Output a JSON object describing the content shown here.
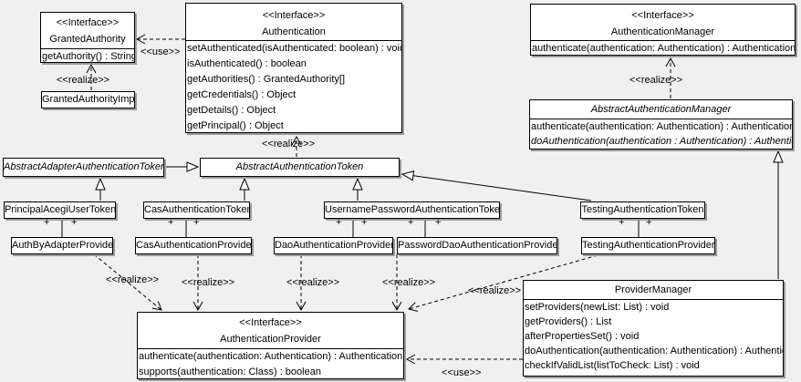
{
  "labels": {
    "use": "<<use>>",
    "realize": "<<realize>>",
    "plus": "+"
  },
  "classes": {
    "granted_authority": {
      "stereotype": "<<Interface>>",
      "name": "GrantedAuthority",
      "methods": [
        "getAuthority() : String"
      ]
    },
    "granted_authority_impl": {
      "name": "GrantedAuthorityImpl"
    },
    "authentication": {
      "stereotype": "<<Interface>>",
      "name": "Authentication",
      "methods": [
        "setAuthenticated(isAuthenticated: boolean) : void",
        "isAuthenticated() : boolean",
        "getAuthorities() : GrantedAuthority[]",
        "getCredentials() : Object",
        "getDetails() : Object",
        "getPrincipal() : Object"
      ]
    },
    "authentication_manager": {
      "stereotype": "<<Interface>>",
      "name": "AuthenticationManager",
      "methods": [
        "authenticate(authentication: Authentication) : Authentication"
      ]
    },
    "abstract_authentication_manager": {
      "name": "AbstractAuthenticationManager",
      "methods": [
        "authenticate(authentication: Authentication) : Authentication",
        "doAuthentication(authentication : Authentication) : Authentication"
      ]
    },
    "abstract_adapter_authentication_token": {
      "name": "AbstractAdapterAuthenticationToken"
    },
    "abstract_authentication_token": {
      "name": "AbstractAuthenticationToken"
    },
    "principal_acegi_user_token": {
      "name": "PrincipalAcegiUserToken"
    },
    "cas_authentication_token": {
      "name": "CasAuthenticationToken"
    },
    "username_password_authentication_token": {
      "name": "UsernamePasswordAuthenticationToken"
    },
    "testing_authentication_token": {
      "name": "TestingAuthenticationToken"
    },
    "auth_by_adapter_provider": {
      "name": "AuthByAdapterProvider"
    },
    "cas_authentication_provider": {
      "name": "CasAuthenticationProvider"
    },
    "dao_authentication_provider": {
      "name": "DaoAuthenticationProvider"
    },
    "password_dao_authentication_provider": {
      "name": "PasswordDaoAuthenticationProvider"
    },
    "testing_authentication_provider": {
      "name": "TestingAuthenticationProvider"
    },
    "authentication_provider": {
      "stereotype": "<<Interface>>",
      "name": "AuthenticationProvider",
      "methods": [
        "authenticate(authentication: Authentication) : Authentication",
        "supports(authentication: Class) : boolean"
      ]
    },
    "provider_manager": {
      "name": "ProviderManager",
      "methods": [
        "setProviders(newList: List) : void",
        "getProviders() : List",
        "afterPropertiesSet() : void",
        "doAuthentication(authentication: Authentication) : Authentication",
        "checkIfValidList(listToCheck: List) : void"
      ]
    }
  }
}
